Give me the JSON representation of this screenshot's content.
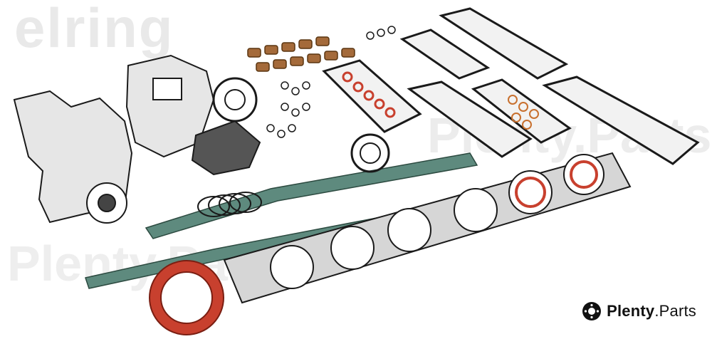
{
  "watermark": {
    "brand_text": "elring",
    "site_text": "Plenty.Parts"
  },
  "logo": {
    "name_bold": "Plenty",
    "name_rest": ".Parts",
    "icon": "brake-disc-icon"
  },
  "colors": {
    "gasket_fill": "#d9d9d9",
    "gasket_stroke": "#1a1a1a",
    "seal_red": "#c8402e",
    "oring_copper": "#a8612e",
    "strip_green": "#5e8a7e",
    "bushing_brown": "#a46a3a"
  }
}
